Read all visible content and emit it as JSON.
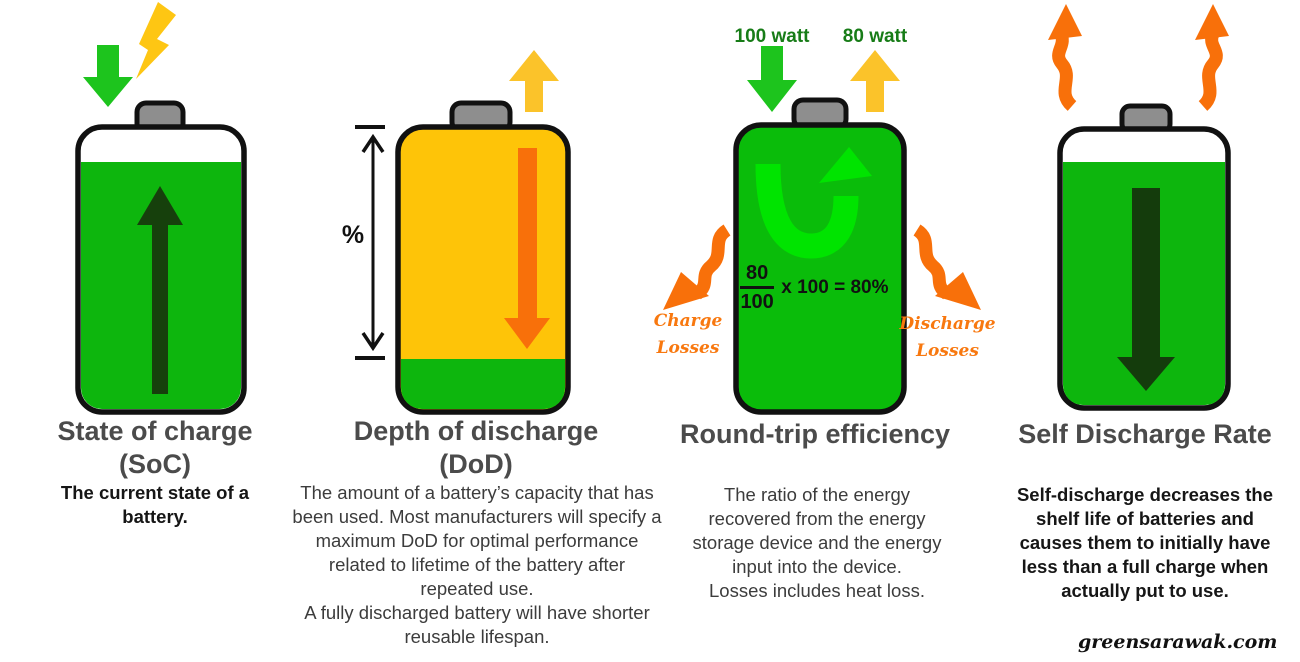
{
  "colors": {
    "battery_green": "#0db60d",
    "battery_yellow": "#fec408",
    "arrow_green": "#1dc41d",
    "arrow_yellow": "#fbc32a",
    "arrow_orange": "#f8700a",
    "arrow_dark_green": "#16400c",
    "round_trip_arrow_green": "#00e400",
    "lightning_yellow": "#fec613",
    "cap_grey": "#8e8e8e",
    "heading_grey": "#4b4b4b",
    "watt_text_green": "#177c17",
    "loss_text_orange": "#f8780f"
  },
  "columns": [
    {
      "id": "soc",
      "heading_lines": [
        "State of charge",
        "(SoC)"
      ],
      "description_lines": [
        "The current state of a",
        "battery."
      ]
    },
    {
      "id": "dod",
      "heading_lines": [
        "Depth of discharge",
        "(DoD)"
      ],
      "description_lines": [
        "The amount of a battery’s capacity that has",
        "been used. Most manufacturers will specify a",
        "maximum DoD for optimal performance",
        "related to lifetime of the battery after",
        "repeated use.",
        "A fully discharged battery will have shorter",
        "reusable lifespan."
      ],
      "percent_label": "%"
    },
    {
      "id": "round-trip",
      "heading_lines": [
        "Round-trip efficiency"
      ],
      "description_lines": [
        "The ratio of the energy",
        "recovered from the energy",
        "storage device and the energy",
        "input into the device.",
        "Losses includes heat loss."
      ],
      "input_label": "100 watt",
      "output_label": "80 watt",
      "formula": {
        "numerator": "80",
        "denominator": "100",
        "suffix": "x 100 = 80%"
      },
      "left_loss_lines": [
        "Charge",
        "Losses"
      ],
      "right_loss_lines": [
        "Discharge",
        "Losses"
      ]
    },
    {
      "id": "self-discharge",
      "heading_lines": [
        "Self Discharge Rate"
      ],
      "description_lines": [
        "Self-discharge decreases the",
        "shelf life of batteries and",
        "causes them to initially have",
        "less than a full charge when",
        "actually put to use."
      ]
    }
  ],
  "watermark": "greensarawak.com"
}
